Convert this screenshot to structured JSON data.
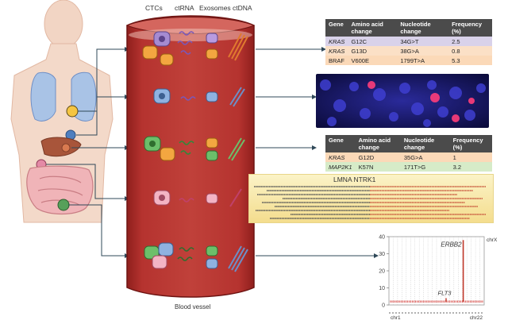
{
  "header": {
    "ctcs": "CTCs",
    "ctrna": "ctRNA",
    "exosomes": "Exosomes",
    "ctdna": "ctDNA"
  },
  "vessel_caption": "Blood vessel",
  "table1": {
    "headers": [
      "Gene",
      "Amino acid change",
      "Nucleotide change",
      "Frequency (%)"
    ],
    "rows": [
      {
        "gene": "KRAS",
        "aa": "G12C",
        "nt": "34G>T",
        "freq": "2.5",
        "color": "#d9d2ea"
      },
      {
        "gene": "KRAS",
        "aa": "G13D",
        "nt": "38G>A",
        "freq": "0.8",
        "color": "#fbe0c6"
      },
      {
        "gene": "BRAF",
        "aa": "V600E",
        "nt": "1799T>A",
        "freq": "5.3",
        "color": "#fbd9b8"
      }
    ]
  },
  "table2": {
    "headers": [
      "Gene",
      "Amino acid change",
      "Nucleotide change",
      "Frequency (%)"
    ],
    "rows": [
      {
        "gene": "KRAS",
        "aa": "G12D",
        "nt": "35G>A",
        "freq": "1",
        "color": "#fbd9b8"
      },
      {
        "gene": "MAP2K1",
        "aa": "K57N",
        "nt": "171T>G",
        "freq": "3.2",
        "color": "#d6ebc8"
      }
    ]
  },
  "sequence_panel": {
    "title": "LMNA NTRK1"
  },
  "chart_data": {
    "type": "scatter",
    "title": "",
    "xlabel": "",
    "ylabel": "",
    "ylim": [
      0,
      40
    ],
    "yticks": [
      "0",
      "10",
      "20",
      "30",
      "40"
    ],
    "x_start_label": "chr1",
    "x_end_label": "chr22",
    "corner_label": "chrX",
    "annotations": [
      {
        "label": "ERBB2",
        "value": 38
      },
      {
        "label": "FLT3",
        "value": 4
      }
    ],
    "grid": true,
    "colors": {
      "baseline": "#d9534f",
      "grid": "#bbbbbb",
      "peak": "#c0392b"
    }
  },
  "colors": {
    "vessel": "#b0302d",
    "vessel_dark": "#8f1f1d",
    "arrow": "#2f4858",
    "skin": "#f1d3c2"
  }
}
